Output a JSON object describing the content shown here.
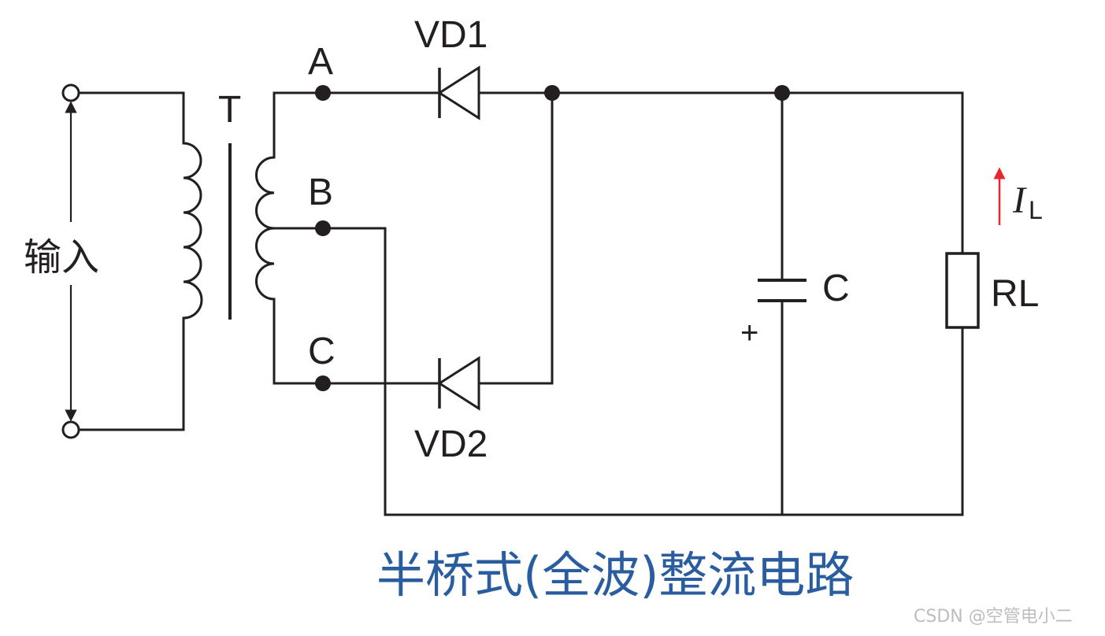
{
  "diagram": {
    "title": "半桥式(全波)整流电路",
    "input_label": "输入",
    "transformer_label": "T",
    "tap_a_label": "A",
    "tap_b_label": "B",
    "tap_c_label": "C",
    "diode1_label": "VD1",
    "diode2_label": "VD2",
    "capacitor_label": "C",
    "capacitor_polarity": "+",
    "resistor_label": "RL",
    "current_symbol": "I",
    "current_subscript": "L",
    "watermark": "CSDN @空管电小二"
  },
  "colors": {
    "line": "#231f20",
    "title": "#2a5d9f",
    "current_arrow": "#e8262d",
    "watermark": "#bdbdbd"
  }
}
